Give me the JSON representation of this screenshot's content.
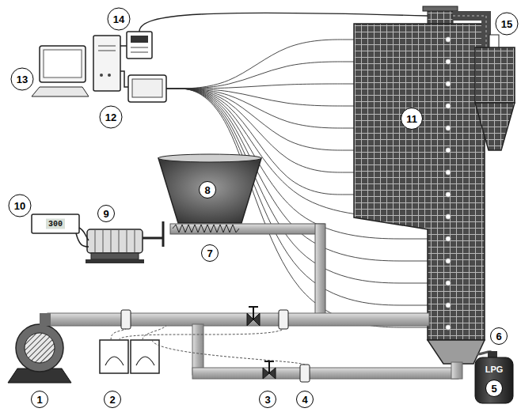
{
  "diagram": {
    "labels": [
      "14",
      "15",
      "13",
      "11",
      "12",
      "8",
      "10",
      "9",
      "7",
      "6",
      "5",
      "1",
      "2",
      "3",
      "4",
      "300",
      "LPG"
    ]
  }
}
